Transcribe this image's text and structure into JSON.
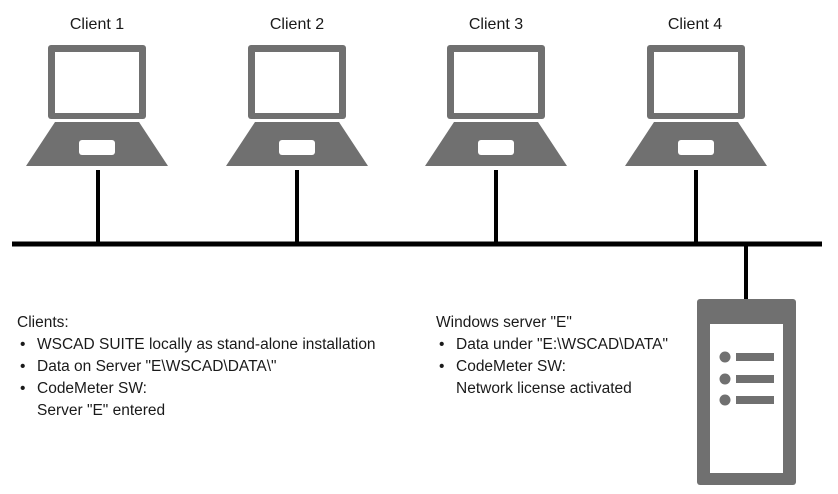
{
  "clients": [
    {
      "label": "Client 1"
    },
    {
      "label": "Client 2"
    },
    {
      "label": "Client 3"
    },
    {
      "label": "Client 4"
    }
  ],
  "clients_info": {
    "heading": "Clients:",
    "items": [
      {
        "lines": [
          "WSCAD SUITE locally as stand-alone installation"
        ]
      },
      {
        "lines": [
          "Data on Server \"E\\WSCAD\\DATA\\\""
        ]
      },
      {
        "lines": [
          "CodeMeter SW:",
          "Server \"E\" entered"
        ]
      }
    ]
  },
  "server_info": {
    "heading": "Windows server \"E\"",
    "items": [
      {
        "lines": [
          "Data under \"E:\\WSCAD\\DATA\""
        ]
      },
      {
        "lines": [
          "CodeMeter SW:",
          "Network license activated"
        ]
      }
    ]
  },
  "colors": {
    "device": "#707070",
    "screen": "#ffffff",
    "line": "#000000",
    "text": "#1a1a1a"
  },
  "icons": {
    "client": "laptop-icon",
    "server": "server-tower-icon"
  }
}
